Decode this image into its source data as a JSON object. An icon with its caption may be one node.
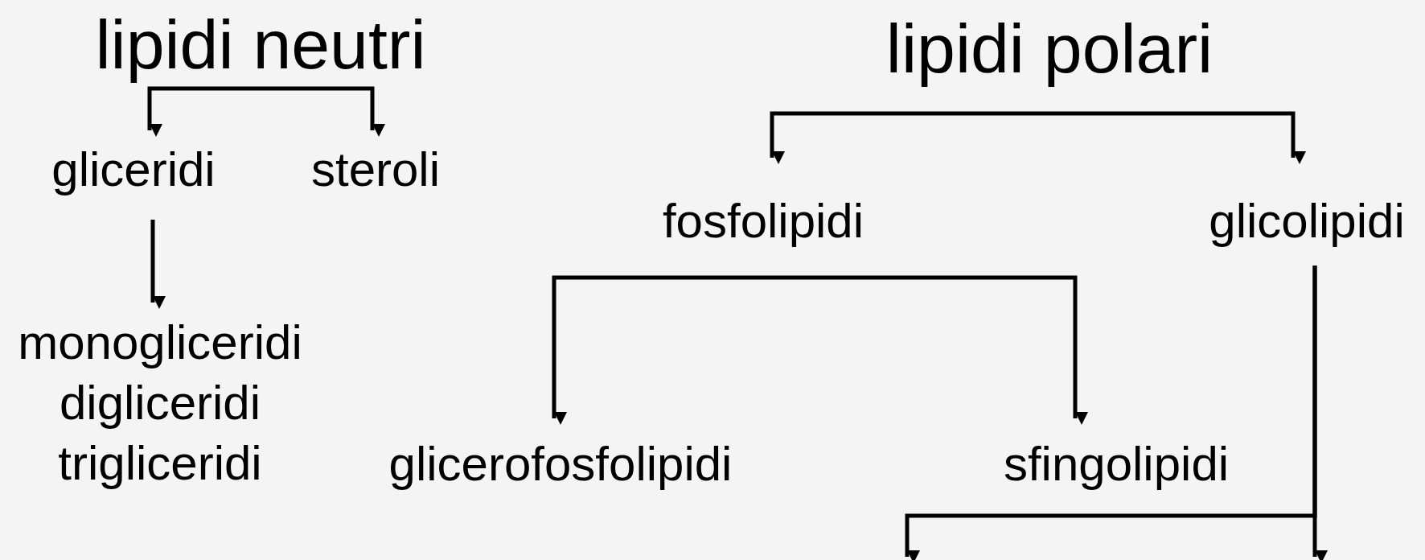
{
  "diagram": {
    "nodes": [
      {
        "text": [
          "lipidi neutri"
        ]
      },
      {
        "text": [
          "lipidi polari"
        ]
      },
      {
        "text": [
          "gliceridi"
        ]
      },
      {
        "text": [
          "steroli"
        ]
      },
      {
        "text": [
          "monogliceridi",
          "digliceridi",
          "trigliceridi"
        ]
      },
      {
        "text": [
          "fosfolipidi"
        ]
      },
      {
        "text": [
          "glicolipidi"
        ]
      },
      {
        "text": [
          "glicerofosfolipidi"
        ]
      },
      {
        "text": [
          "sfingolipidi"
        ]
      }
    ],
    "edges": [
      {
        "from": 0,
        "to": 2,
        "arrow": "to"
      },
      {
        "from": 0,
        "to": 3,
        "arrow": "to"
      },
      {
        "from": 2,
        "to": 4,
        "arrow": "to"
      },
      {
        "from": 1,
        "to": 5,
        "arrow": "to"
      },
      {
        "from": 1,
        "to": 6,
        "arrow": "to"
      },
      {
        "from": 5,
        "to": 7,
        "arrow": "to"
      },
      {
        "from": 5,
        "to": 8,
        "arrow": "to"
      },
      {
        "from": 6,
        "to": null,
        "arrow": "to"
      },
      {
        "from": 6,
        "to": null,
        "arrow": "to"
      }
    ]
  }
}
